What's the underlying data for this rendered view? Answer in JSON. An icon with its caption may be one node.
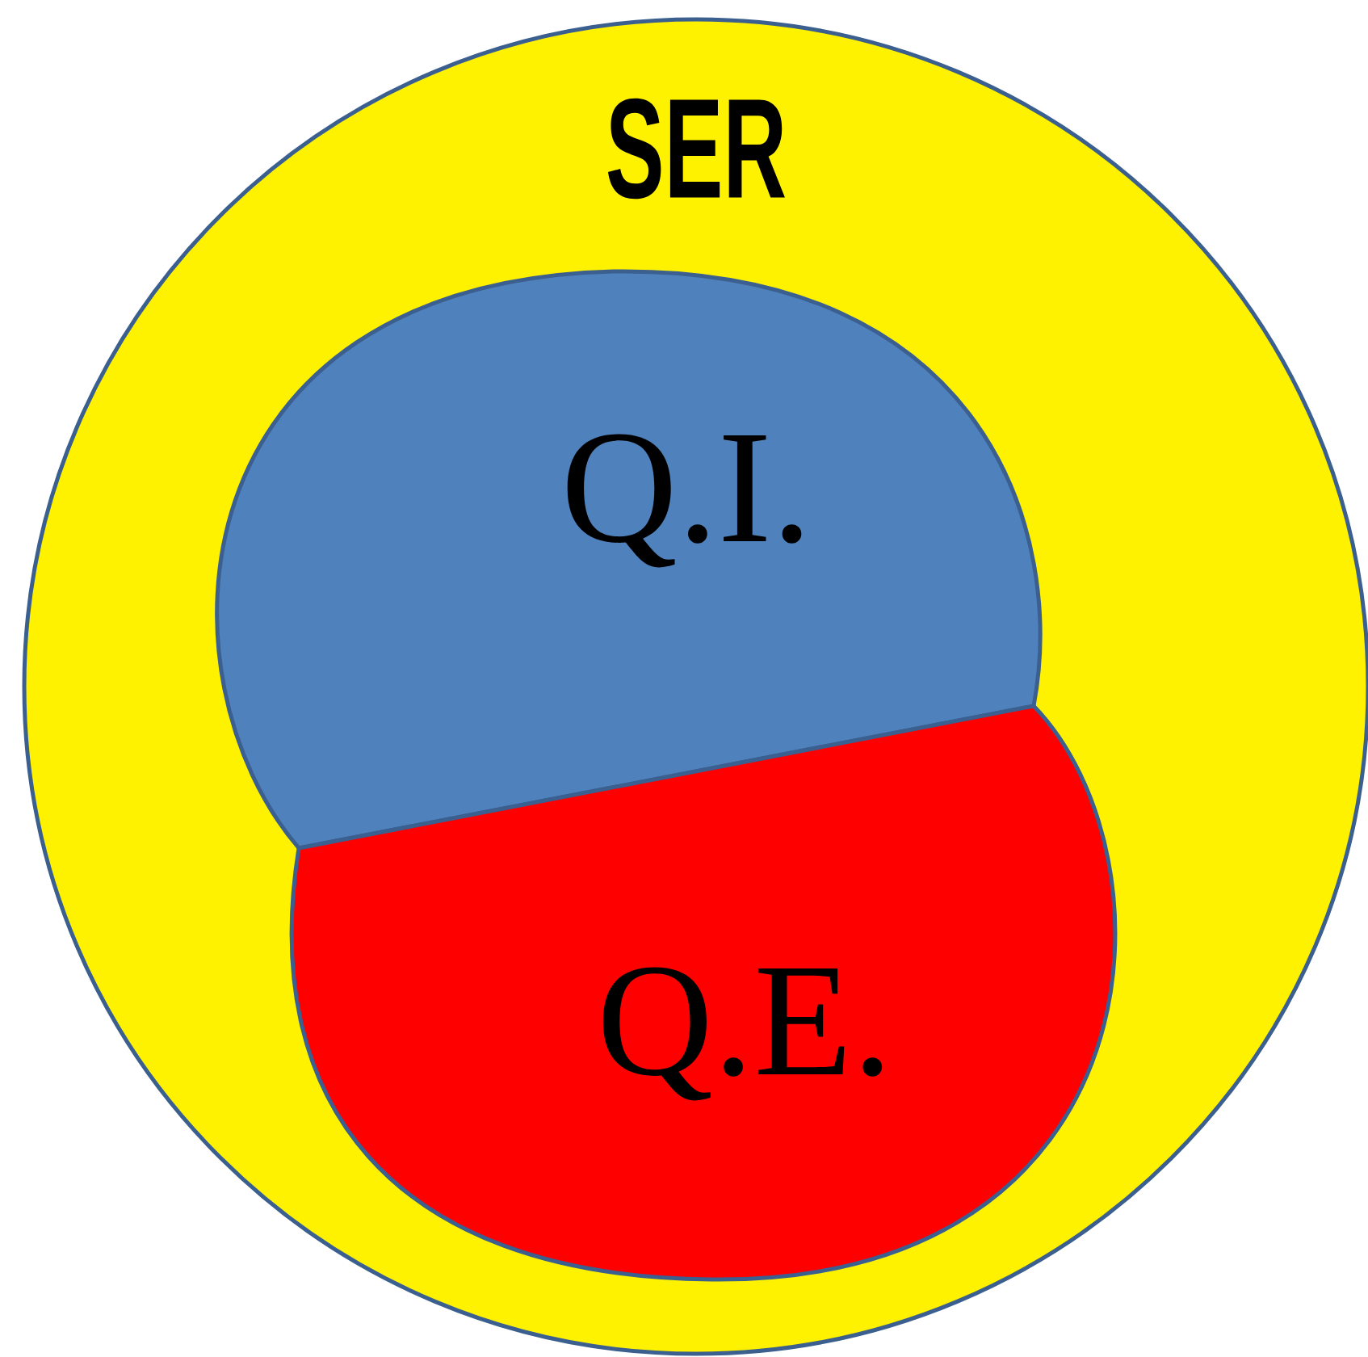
{
  "diagram": {
    "nodes": [
      {
        "text": [
          "SER"
        ]
      },
      {
        "text": [
          "Q.I."
        ],
        "in": 0
      },
      {
        "text": [
          "Q.E."
        ],
        "in": 0
      }
    ]
  }
}
